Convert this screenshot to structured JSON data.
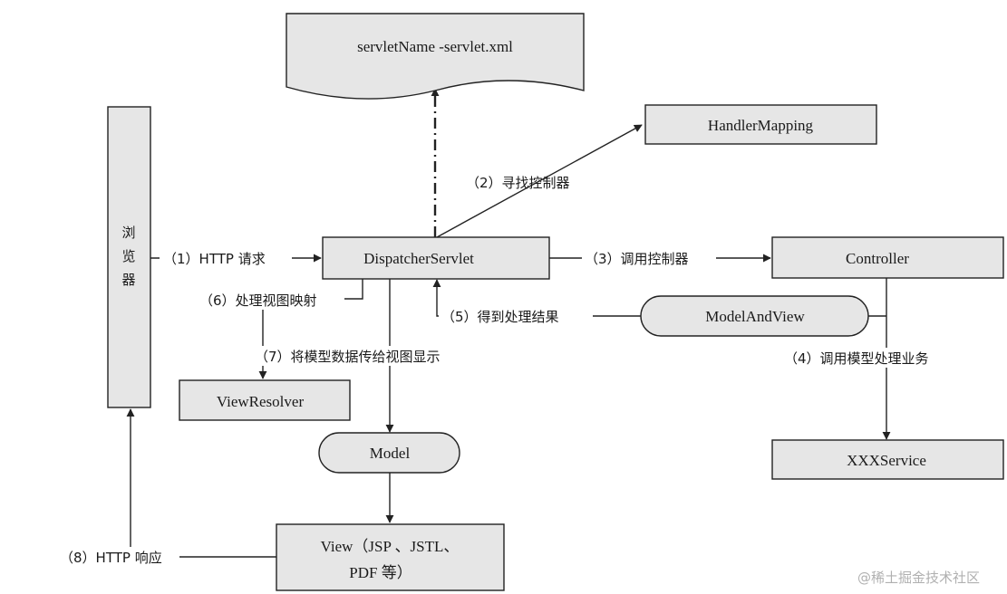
{
  "nodes": {
    "servlet_xml": "servletName -servlet.xml",
    "handler_mapping": "HandlerMapping",
    "browser": [
      "浏",
      "览",
      "器"
    ],
    "dispatcher": "DispatcherServlet",
    "controller": "Controller",
    "model_and_view": "ModelAndView",
    "view_resolver": "ViewResolver",
    "model": "Model",
    "xxx_service": "XXXService",
    "view_line1": "View（JSP 、JSTL、",
    "view_line2": "PDF 等）"
  },
  "edges": {
    "e1": "（1）HTTP 请求",
    "e2": "（2）寻找控制器",
    "e3": "（3）调用控制器",
    "e4": "（4）调用模型处理业务",
    "e5": "（5）得到处理结果",
    "e6": "（6）处理视图映射",
    "e7": "（7）将模型数据传给视图显示",
    "e8": "（8）HTTP 响应"
  },
  "watermark": "@稀土掘金技术社区"
}
